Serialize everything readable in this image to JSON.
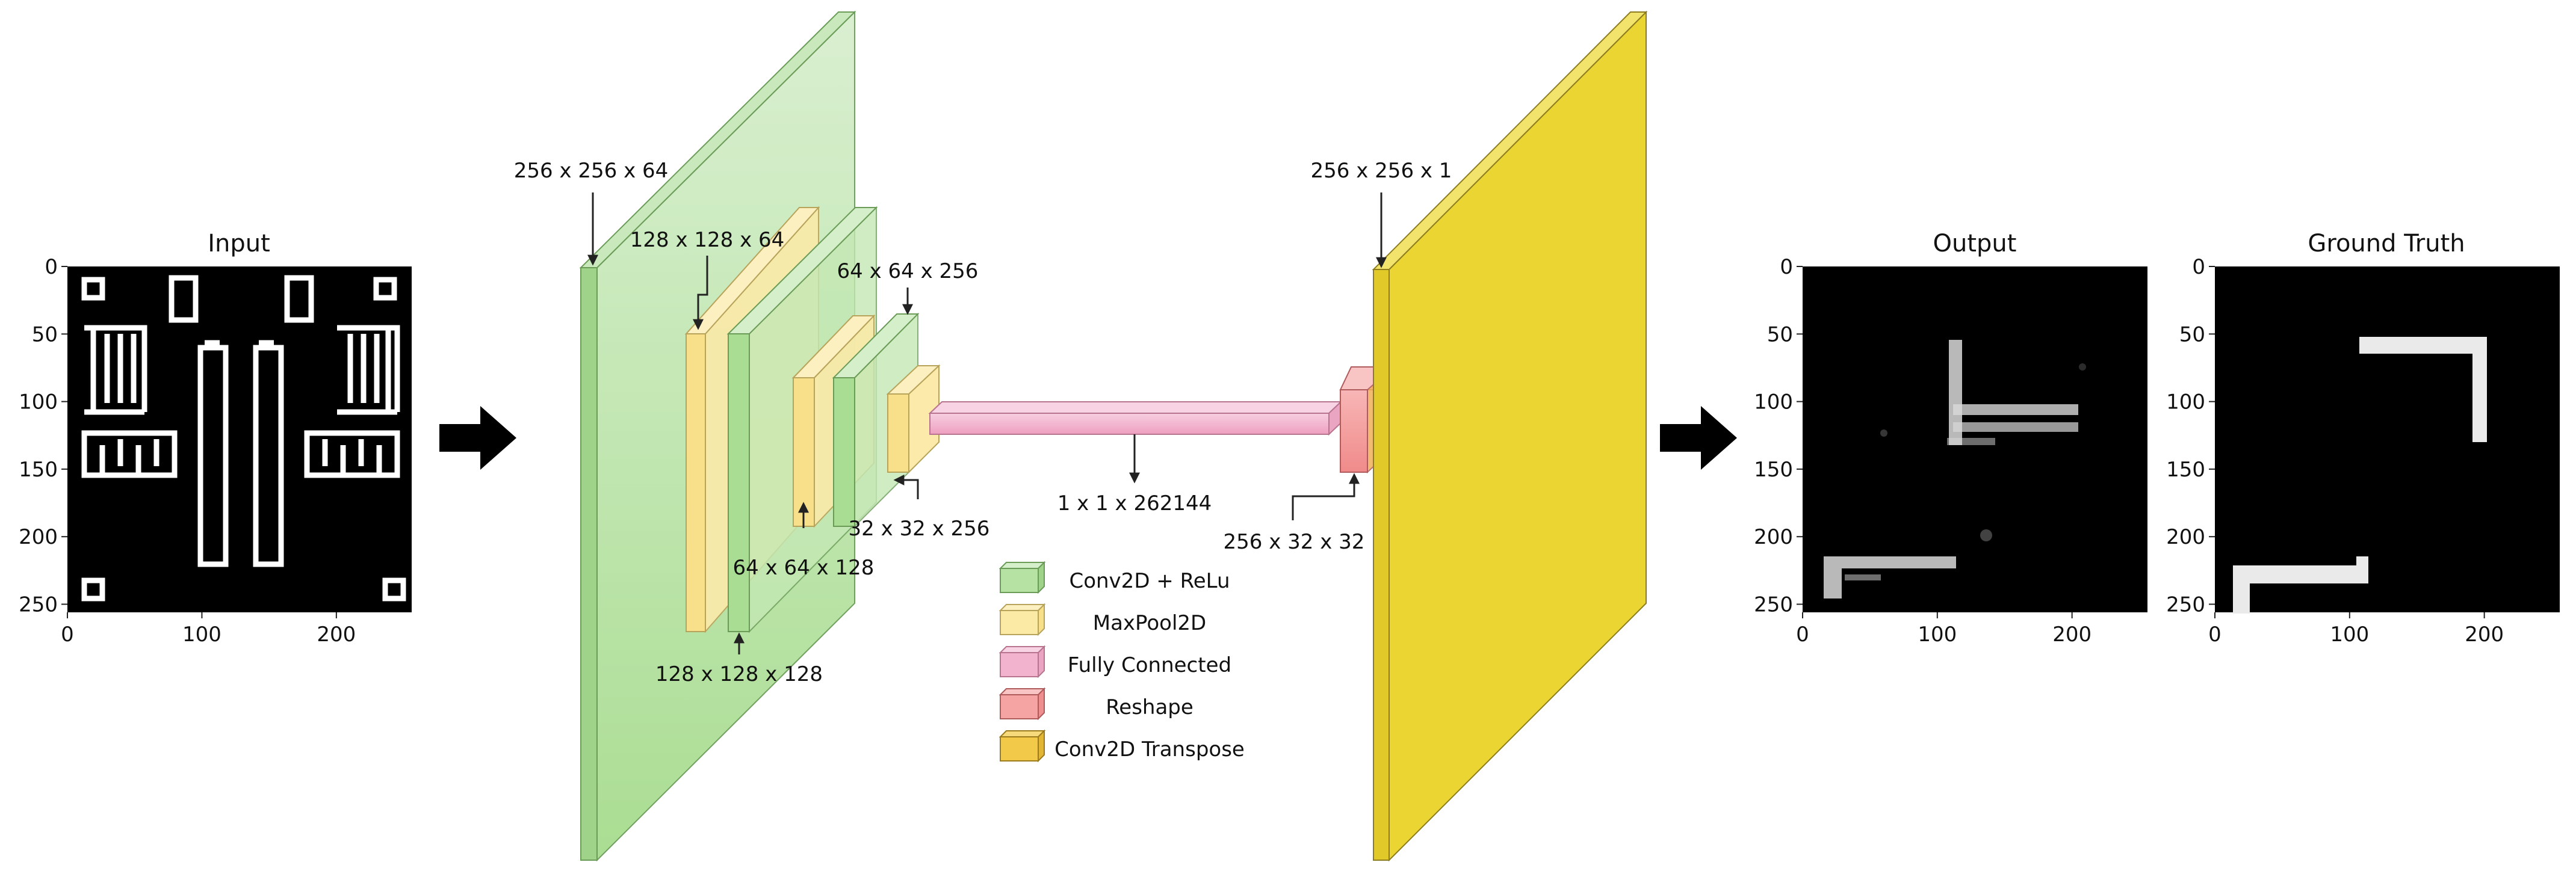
{
  "panels": {
    "input": {
      "title": "Input",
      "y_ticks": [
        "0",
        "50",
        "100",
        "150",
        "200",
        "250"
      ],
      "x_ticks": [
        "0",
        "100",
        "200"
      ]
    },
    "output": {
      "title": "Output",
      "y_ticks": [
        "0",
        "50",
        "100",
        "150",
        "200",
        "250"
      ],
      "x_ticks": [
        "0",
        "100",
        "200"
      ]
    },
    "ground_truth": {
      "title": "Ground Truth",
      "y_ticks": [
        "0",
        "50",
        "100",
        "150",
        "200",
        "250"
      ],
      "x_ticks": [
        "0",
        "100",
        "200"
      ]
    }
  },
  "network": {
    "dims": {
      "conv1": "256 x 256 x 64",
      "pool1": "128 x 128 x 64",
      "conv2": "128 x 128 x 128",
      "pool2": "64 x 64 x 128",
      "conv3": "64 x 64 x 256",
      "pool3": "32 x 32 x 256",
      "fc": "1 x 1 x 262144",
      "reshape": "256 x 32 x 32",
      "output": "256 x 256 x 1"
    }
  },
  "legend": {
    "items": [
      {
        "label": "Conv2D + ReLu",
        "color": "#b6e3a3"
      },
      {
        "label": "MaxPool2D",
        "color": "#fbeaa6"
      },
      {
        "label": "Fully Connected",
        "color": "#f2b3cf"
      },
      {
        "label": "Reshape",
        "color": "#f5a3a3"
      },
      {
        "label": "Conv2D Transpose",
        "color": "#f3c94a"
      }
    ]
  },
  "colors": {
    "conv": "#a9dd93",
    "pool": "#fbe8a0",
    "fc": "#f1b2cc",
    "reshape": "#f49c9c",
    "transpose": "#ebd533"
  }
}
